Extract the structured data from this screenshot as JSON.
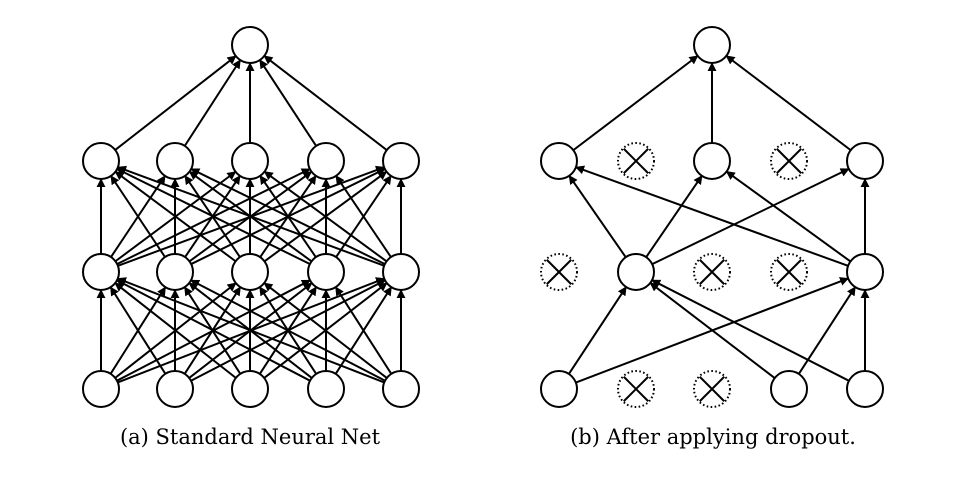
{
  "panel_a": {
    "caption": "(a) Standard Neural Net",
    "layers": [
      {
        "units": 5,
        "dropped": [
          false,
          false,
          false,
          false,
          false
        ]
      },
      {
        "units": 5,
        "dropped": [
          false,
          false,
          false,
          false,
          false
        ]
      },
      {
        "units": 5,
        "dropped": [
          false,
          false,
          false,
          false,
          false
        ]
      },
      {
        "units": 1,
        "dropped": [
          false
        ]
      }
    ],
    "connectivity": "fully-connected"
  },
  "panel_b": {
    "caption": "(b) After applying dropout.",
    "layers": [
      {
        "units": 5,
        "dropped": [
          false,
          true,
          true,
          false,
          false
        ]
      },
      {
        "units": 5,
        "dropped": [
          true,
          false,
          true,
          true,
          false
        ]
      },
      {
        "units": 5,
        "dropped": [
          false,
          true,
          false,
          true,
          false
        ]
      },
      {
        "units": 1,
        "dropped": [
          false
        ]
      }
    ],
    "connectivity": "surviving-units-only"
  },
  "colors": {
    "stroke": "#000000",
    "node_fill": "#ffffff",
    "background": "#ffffff"
  },
  "icons": {
    "active_unit": "circle",
    "dropped_unit": "dotted-circle-with-x"
  }
}
